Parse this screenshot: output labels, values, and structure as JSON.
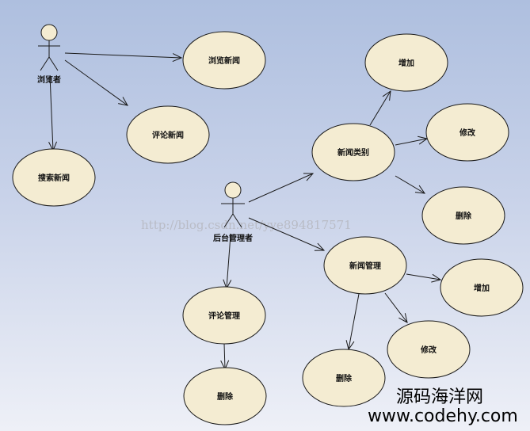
{
  "actors": [
    {
      "id": "browser",
      "label": "浏览者"
    },
    {
      "id": "admin",
      "label": "后台管理者"
    }
  ],
  "usecases": [
    {
      "id": "browse-news",
      "label": "浏览新闻"
    },
    {
      "id": "comment-news",
      "label": "评论新闻"
    },
    {
      "id": "search-news",
      "label": "搜索新闻"
    },
    {
      "id": "news-category",
      "label": "新闻类别"
    },
    {
      "id": "category-add",
      "label": "增加"
    },
    {
      "id": "category-edit",
      "label": "修改"
    },
    {
      "id": "category-delete",
      "label": "删除"
    },
    {
      "id": "news-manage",
      "label": "新闻管理"
    },
    {
      "id": "manage-add",
      "label": "增加"
    },
    {
      "id": "manage-edit",
      "label": "修改"
    },
    {
      "id": "manage-delete",
      "label": "删除"
    },
    {
      "id": "comment-manage",
      "label": "评论管理"
    },
    {
      "id": "comment-delete",
      "label": "删除"
    }
  ],
  "associations": [
    {
      "from": "browser",
      "to": "browse-news"
    },
    {
      "from": "browser",
      "to": "comment-news"
    },
    {
      "from": "browser",
      "to": "search-news"
    },
    {
      "from": "admin",
      "to": "news-category"
    },
    {
      "from": "admin",
      "to": "news-manage"
    },
    {
      "from": "admin",
      "to": "comment-manage"
    },
    {
      "from": "news-category",
      "to": "category-add"
    },
    {
      "from": "news-category",
      "to": "category-edit"
    },
    {
      "from": "news-category",
      "to": "category-delete"
    },
    {
      "from": "news-manage",
      "to": "manage-add"
    },
    {
      "from": "news-manage",
      "to": "manage-edit"
    },
    {
      "from": "news-manage",
      "to": "manage-delete"
    },
    {
      "from": "comment-manage",
      "to": "comment-delete"
    }
  ],
  "watermark": {
    "blog_url": "http://blog.csdn.net/yye894817571",
    "site_name": "源码海洋网",
    "site_url": "www.codehy.com"
  },
  "colors": {
    "ellipse_fill": "#f4ecd2",
    "stroke": "#1a1a1a"
  }
}
